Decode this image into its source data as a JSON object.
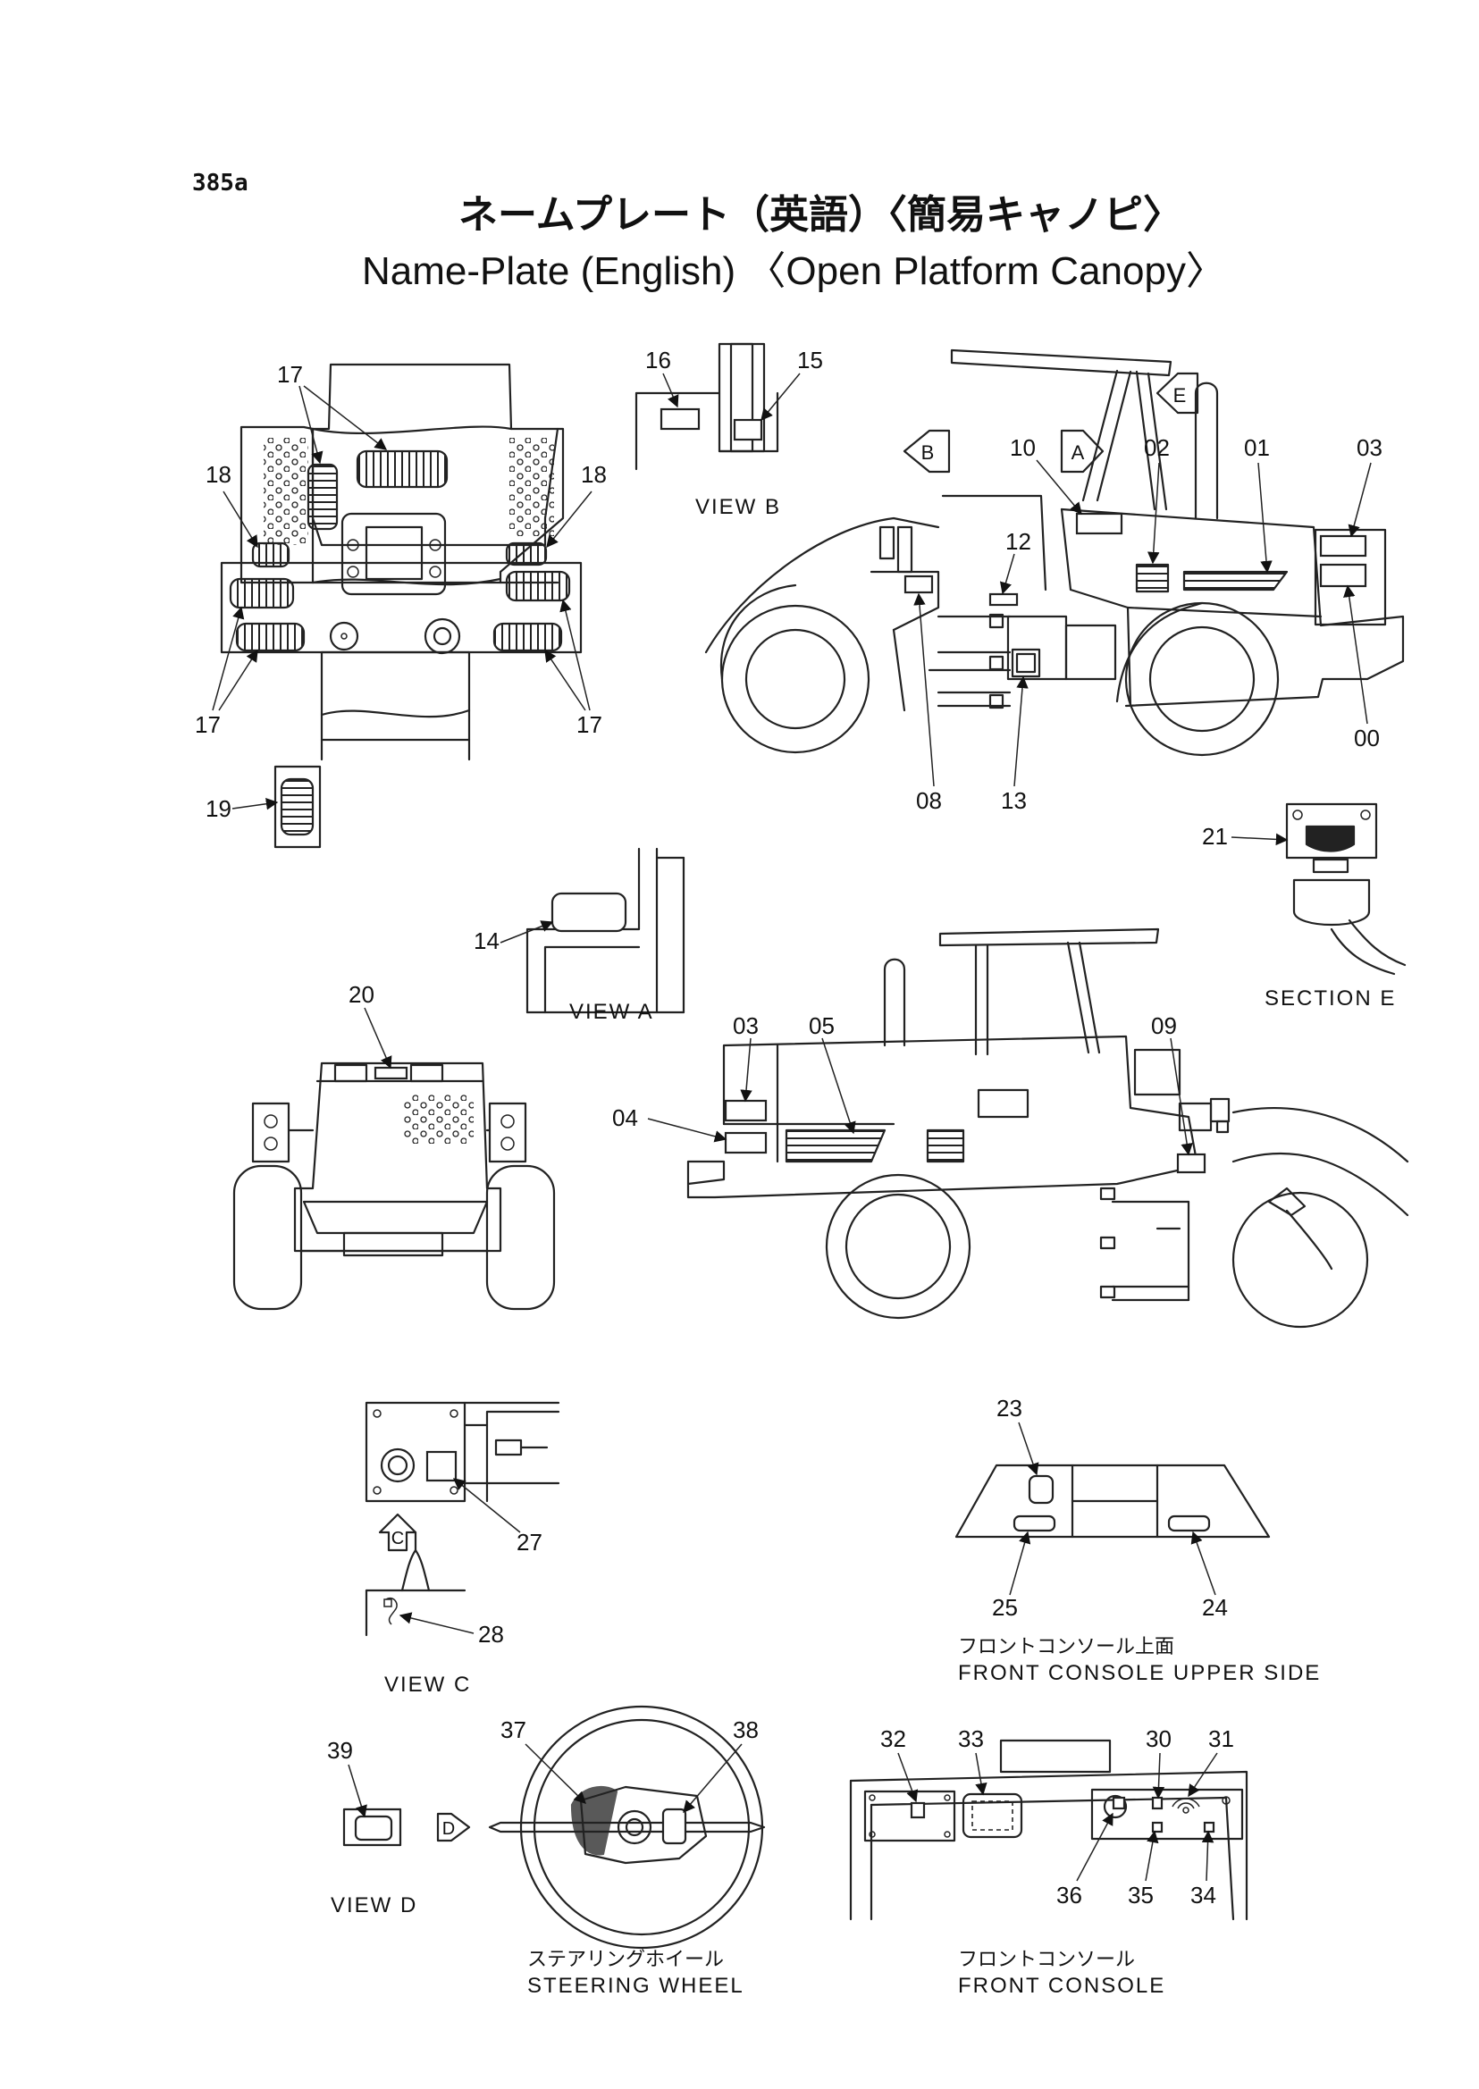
{
  "page_number": "385a",
  "title_jp": "ネームプレート（英語）〈簡易キャノピ〉",
  "title_en": "Name-Plate (English) 〈Open Platform Canopy〉",
  "views": {
    "view_b": "VIEW B",
    "view_a": "VIEW A",
    "view_c": "VIEW C",
    "view_d": "VIEW D",
    "section_e": "SECTION E",
    "console_upper_jp": "フロントコンソール上面",
    "console_upper_en": "FRONT CONSOLE UPPER SIDE",
    "steering_jp": "ステアリングホイール",
    "steering_en": "STEERING WHEEL",
    "console_jp": "フロントコンソール",
    "console_en": "FRONT CONSOLE"
  },
  "view_markers": {
    "a": "A",
    "b": "B",
    "c": "C",
    "d": "D",
    "e": "E"
  },
  "callouts": {
    "c00": "00",
    "c01": "01",
    "c02": "02",
    "c03a": "03",
    "c03b": "03",
    "c04": "04",
    "c05": "05",
    "c08": "08",
    "c09": "09",
    "c10": "10",
    "c12": "12",
    "c13": "13",
    "c14": "14",
    "c15": "15",
    "c16": "16",
    "c17a": "17",
    "c17b": "17",
    "c17c": "17",
    "c18a": "18",
    "c18b": "18",
    "c19": "19",
    "c20": "20",
    "c21": "21",
    "c23": "23",
    "c24": "24",
    "c25": "25",
    "c27": "27",
    "c28": "28",
    "c30": "30",
    "c31": "31",
    "c32": "32",
    "c33": "33",
    "c34": "34",
    "c35": "35",
    "c36": "36",
    "c37": "37",
    "c38": "38",
    "c39": "39"
  }
}
